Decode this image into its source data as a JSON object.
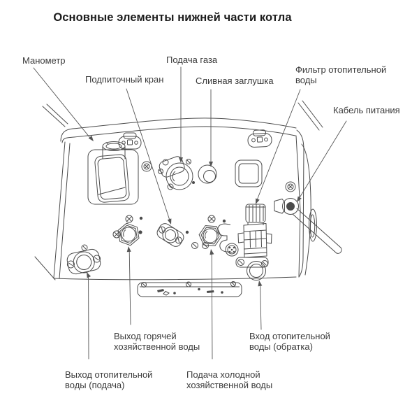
{
  "title": "Основные элементы нижней части котла",
  "labels": {
    "manometer": "Манометр",
    "makeup_valve": "Подпиточный кран",
    "gas_supply": "Подача газа",
    "drain_plug": "Сливная заглушка",
    "heating_filter": "Фильтр отопительной\nводы",
    "power_cable": "Кабель питания",
    "dhw_outlet": "Выход горячей\nхозяйственной воды",
    "heating_inlet": "Вход отопительной\nводы (обратка)",
    "heating_outlet": "Выход отопительной\nводы (подача)",
    "cold_water_supply": "Подача холодной\nхозяйственной воды"
  },
  "colors": {
    "drawing_line": "#4b4b4b",
    "leader_line": "#555555",
    "label_text": "#3a3a3a",
    "title_text": "#1c1c1c",
    "background": "#ffffff"
  }
}
